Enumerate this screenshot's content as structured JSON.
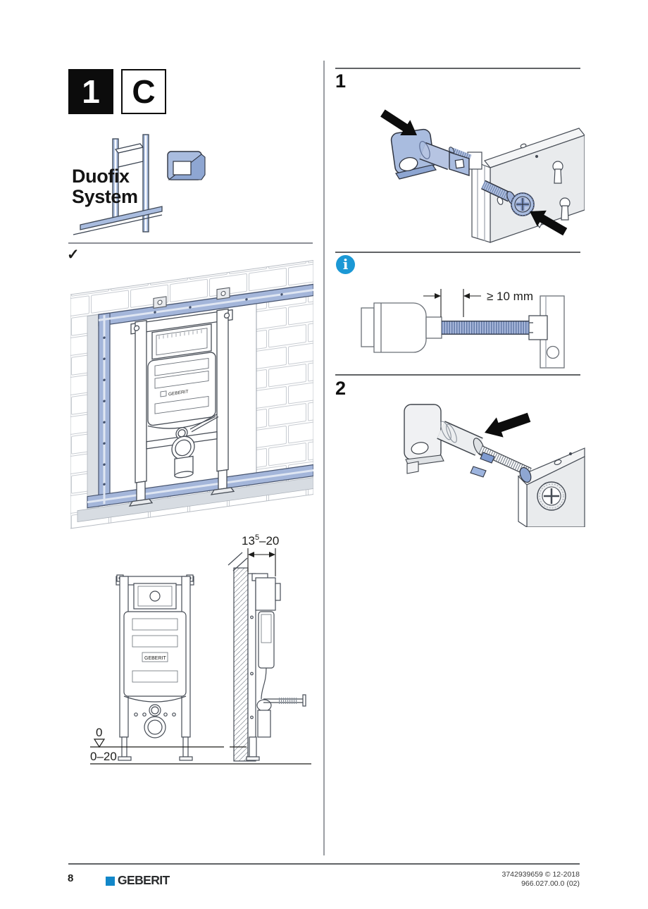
{
  "header": {
    "step_box": "1",
    "variant_box": "C",
    "product_line1": "Duofix",
    "product_line2": "System"
  },
  "left": {
    "check": "✓",
    "cistern_brand": "GEBERIT",
    "dims": {
      "top_main": "13",
      "top_sup": "5",
      "top_rest": "–20",
      "zero_level": "0",
      "floor_range": "0–20"
    }
  },
  "right": {
    "step1_label": "1",
    "info_glyph": "i",
    "min_distance": "≥ 10 mm",
    "step2_label": "2"
  },
  "footer": {
    "page_number": "8",
    "brand": "GEBERIT",
    "doc_line1": "3742939659 © 12-2018",
    "doc_line2": "966.027.00.0 (02)"
  },
  "colors": {
    "info_blue": "#1b98d5",
    "brand_blue": "#1287c9",
    "part_blue": "#a9bcdf",
    "rail_blue": "#a4b6da",
    "outline": "#474d56"
  }
}
